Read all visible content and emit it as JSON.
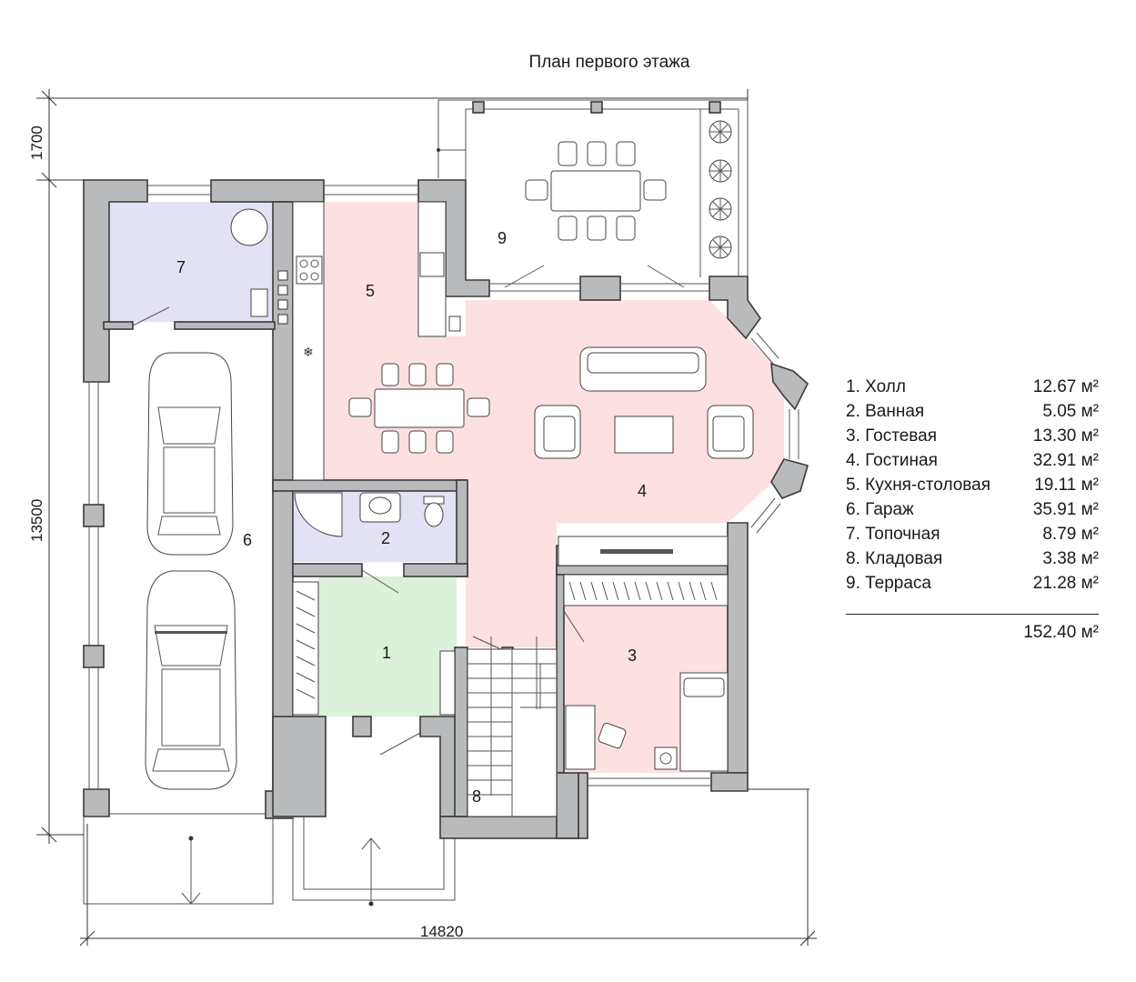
{
  "title": "План первого этажа",
  "dimensions": {
    "top_left": "1700",
    "left": "13500",
    "bottom": "14820"
  },
  "room_numbers": [
    "1",
    "2",
    "3",
    "4",
    "5",
    "6",
    "7",
    "8",
    "9"
  ],
  "legend": [
    {
      "name": "1. Холл",
      "area": "12.67 м²"
    },
    {
      "name": "2. Ванная",
      "area": "5.05 м²"
    },
    {
      "name": "3. Гостевая",
      "area": "13.30 м²"
    },
    {
      "name": "4. Гостиная",
      "area": "32.91 м²"
    },
    {
      "name": "5. Кухня-столовая",
      "area": "19.11 м²"
    },
    {
      "name": "6. Гараж",
      "area": "35.91 м²"
    },
    {
      "name": "7. Топочная",
      "area": "8.79 м²"
    },
    {
      "name": "8. Кладовая",
      "area": "3.38 м²"
    },
    {
      "name": "9. Терраса",
      "area": "21.28 м²"
    }
  ],
  "total_area": "152.40 м²",
  "colors": {
    "living_kitchen_guest": "#fde0e1",
    "bathroom_boiler": "#e2e2f4",
    "hall": "#dcf1d9",
    "wall": "#b9babc"
  }
}
